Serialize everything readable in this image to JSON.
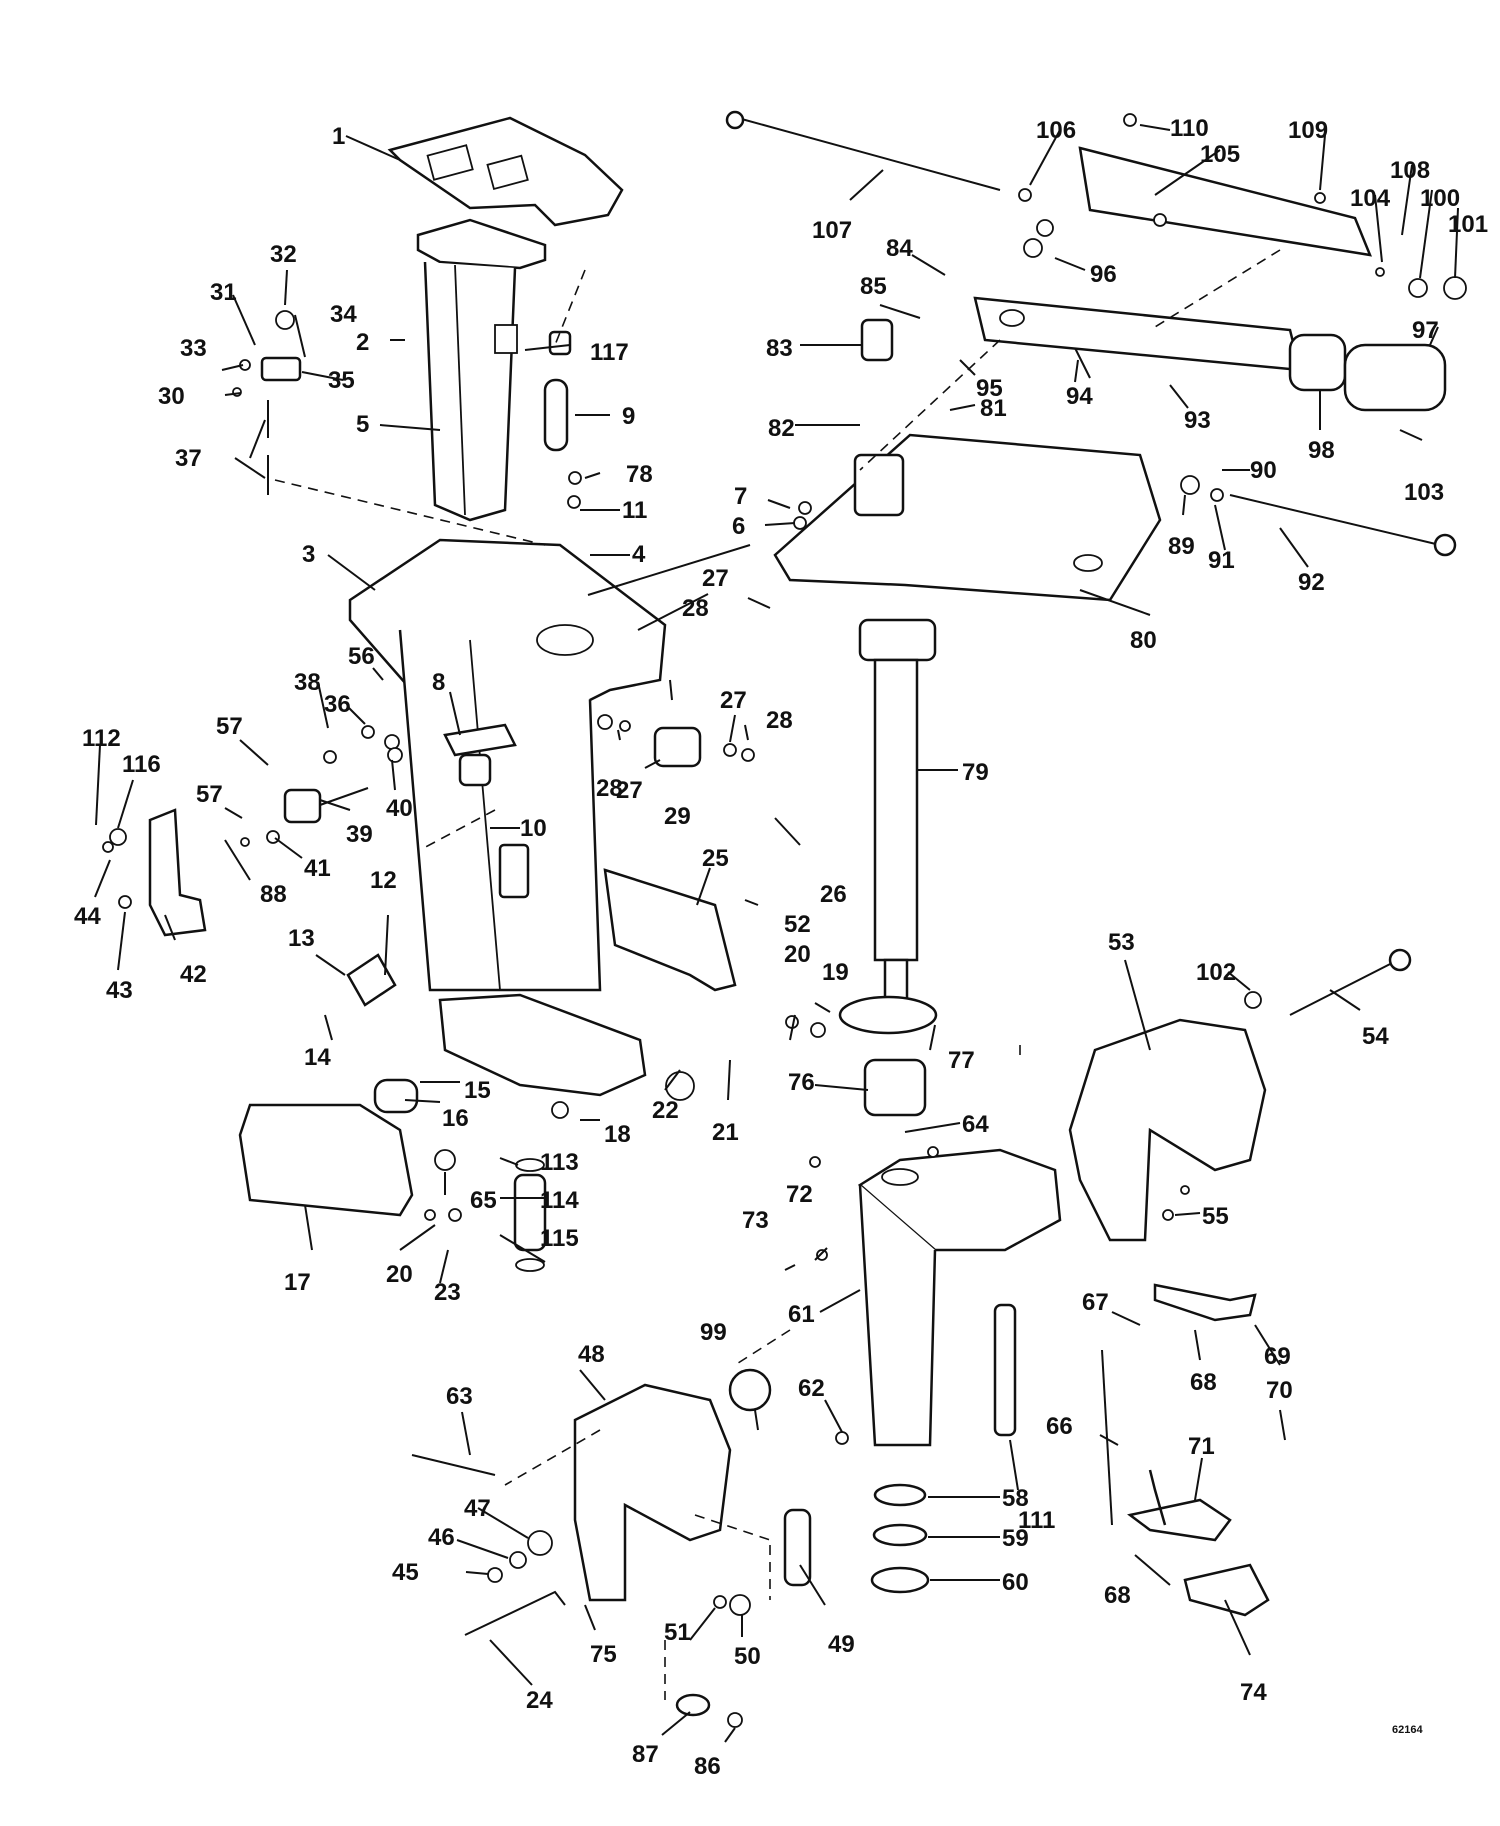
{
  "diagram": {
    "drawing_code": "62164",
    "callouts": [
      {
        "label": "1"
      },
      {
        "label": "2"
      },
      {
        "label": "3"
      },
      {
        "label": "4"
      },
      {
        "label": "5"
      },
      {
        "label": "6"
      },
      {
        "label": "7"
      },
      {
        "label": "8"
      },
      {
        "label": "9"
      },
      {
        "label": "10"
      },
      {
        "label": "11"
      },
      {
        "label": "12"
      },
      {
        "label": "13"
      },
      {
        "label": "14"
      },
      {
        "label": "15"
      },
      {
        "label": "16"
      },
      {
        "label": "17"
      },
      {
        "label": "18"
      },
      {
        "label": "19"
      },
      {
        "label": "20"
      },
      {
        "label": "20"
      },
      {
        "label": "21"
      },
      {
        "label": "22"
      },
      {
        "label": "23"
      },
      {
        "label": "24"
      },
      {
        "label": "25"
      },
      {
        "label": "26"
      },
      {
        "label": "27"
      },
      {
        "label": "27"
      },
      {
        "label": "27"
      },
      {
        "label": "28"
      },
      {
        "label": "28"
      },
      {
        "label": "28"
      },
      {
        "label": "29"
      },
      {
        "label": "30"
      },
      {
        "label": "31"
      },
      {
        "label": "32"
      },
      {
        "label": "33"
      },
      {
        "label": "34"
      },
      {
        "label": "35"
      },
      {
        "label": "36"
      },
      {
        "label": "37"
      },
      {
        "label": "38"
      },
      {
        "label": "39"
      },
      {
        "label": "40"
      },
      {
        "label": "41"
      },
      {
        "label": "42"
      },
      {
        "label": "43"
      },
      {
        "label": "44"
      },
      {
        "label": "45"
      },
      {
        "label": "46"
      },
      {
        "label": "47"
      },
      {
        "label": "48"
      },
      {
        "label": "49"
      },
      {
        "label": "50"
      },
      {
        "label": "51"
      },
      {
        "label": "52"
      },
      {
        "label": "53"
      },
      {
        "label": "54"
      },
      {
        "label": "55"
      },
      {
        "label": "56"
      },
      {
        "label": "57"
      },
      {
        "label": "57"
      },
      {
        "label": "58"
      },
      {
        "label": "59"
      },
      {
        "label": "60"
      },
      {
        "label": "61"
      },
      {
        "label": "62"
      },
      {
        "label": "63"
      },
      {
        "label": "64"
      },
      {
        "label": "65"
      },
      {
        "label": "66"
      },
      {
        "label": "67"
      },
      {
        "label": "68"
      },
      {
        "label": "68"
      },
      {
        "label": "69"
      },
      {
        "label": "70"
      },
      {
        "label": "71"
      },
      {
        "label": "72"
      },
      {
        "label": "73"
      },
      {
        "label": "74"
      },
      {
        "label": "75"
      },
      {
        "label": "76"
      },
      {
        "label": "77"
      },
      {
        "label": "78"
      },
      {
        "label": "79"
      },
      {
        "label": "80"
      },
      {
        "label": "81"
      },
      {
        "label": "82"
      },
      {
        "label": "83"
      },
      {
        "label": "84"
      },
      {
        "label": "85"
      },
      {
        "label": "86"
      },
      {
        "label": "87"
      },
      {
        "label": "88"
      },
      {
        "label": "89"
      },
      {
        "label": "90"
      },
      {
        "label": "91"
      },
      {
        "label": "92"
      },
      {
        "label": "93"
      },
      {
        "label": "94"
      },
      {
        "label": "95"
      },
      {
        "label": "96"
      },
      {
        "label": "97"
      },
      {
        "label": "98"
      },
      {
        "label": "99"
      },
      {
        "label": "100"
      },
      {
        "label": "101"
      },
      {
        "label": "102"
      },
      {
        "label": "103"
      },
      {
        "label": "104"
      },
      {
        "label": "105"
      },
      {
        "label": "106"
      },
      {
        "label": "107"
      },
      {
        "label": "108"
      },
      {
        "label": "109"
      },
      {
        "label": "110"
      },
      {
        "label": "111"
      },
      {
        "label": "112"
      },
      {
        "label": "113"
      },
      {
        "label": "114"
      },
      {
        "label": "115"
      },
      {
        "label": "116"
      },
      {
        "label": "117"
      }
    ]
  }
}
